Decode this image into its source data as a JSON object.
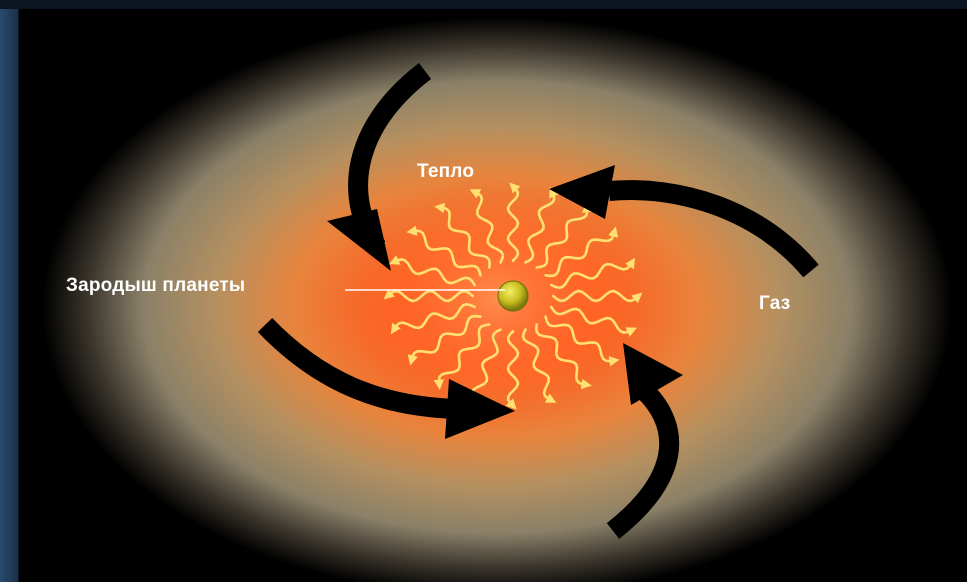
{
  "labels": {
    "heat": "Тепло",
    "planet_embryo": "Зародыш планеты",
    "gas": "Газ"
  },
  "colors": {
    "background": "#000000",
    "side_strip": "#2a4a70",
    "disk_outer": "#8a7a62",
    "disk_mid": "#e8803a",
    "hot_core": "#ff4a1a",
    "heat_rays": "#ffe070",
    "embryo": "#c8c020",
    "arrows": "#000000",
    "text": "#ffffff"
  },
  "icons": {
    "inflow_arrows": "curved-arrow-icon",
    "heat_rays": "wavy-arrow-icon",
    "embryo": "planet-embryo-icon"
  }
}
